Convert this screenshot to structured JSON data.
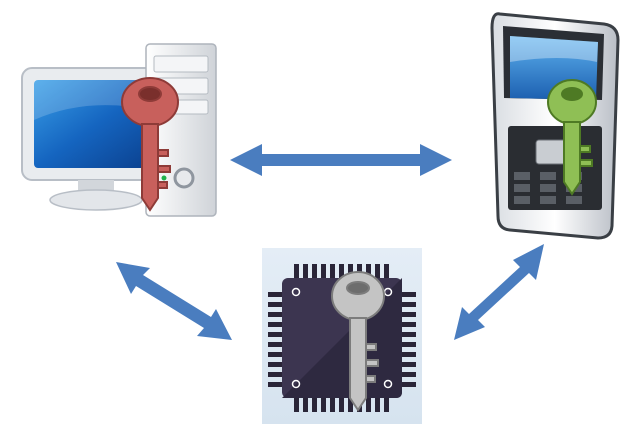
{
  "diagram": {
    "nodes": [
      {
        "id": "computer",
        "icon": "desktop-computer-icon",
        "key_color": "#c8605c"
      },
      {
        "id": "phone",
        "icon": "mobile-phone-icon",
        "key_color": "#8fbf55"
      },
      {
        "id": "chip",
        "icon": "microchip-icon",
        "key_color": "#bdbdbd"
      }
    ],
    "edges": [
      {
        "from": "computer",
        "to": "phone",
        "type": "bidirectional"
      },
      {
        "from": "computer",
        "to": "chip",
        "type": "bidirectional"
      },
      {
        "from": "phone",
        "to": "chip",
        "type": "bidirectional"
      }
    ],
    "arrow_color": "#4a7dbf"
  }
}
